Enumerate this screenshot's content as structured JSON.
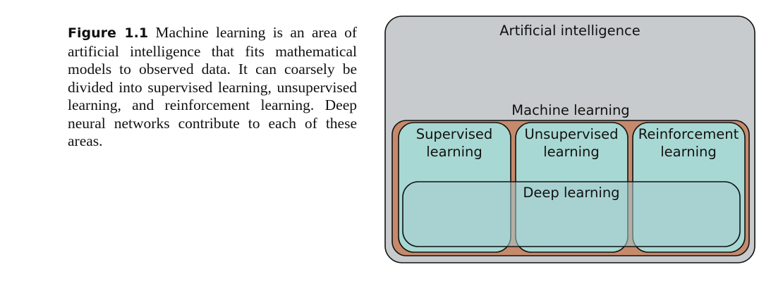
{
  "caption": {
    "label": "Figure 1.1",
    "text": " Machine learning is an area of artificial intelligence that fits mathematical models to observed data. It can coarsely be divided into supervised learning, unsupervised learning, and reinforcement learning. Deep neural networks contribute to each of these areas."
  },
  "diagram": {
    "ai": "Artificial intelligence",
    "ml": "Machine learning",
    "supervised": [
      "Supervised",
      "learning"
    ],
    "unsupervised": [
      "Unsupervised",
      "learning"
    ],
    "reinforcement": [
      "Reinforcement",
      "learning"
    ],
    "deep": "Deep learning"
  },
  "colors": {
    "ai_fill": "#c8cbcd",
    "ml_fill": "#c58a6b",
    "subfield_fill": "#a8d8d3",
    "deep_fill": "rgba(168,205,210,0.55)",
    "stroke": "#111111"
  }
}
